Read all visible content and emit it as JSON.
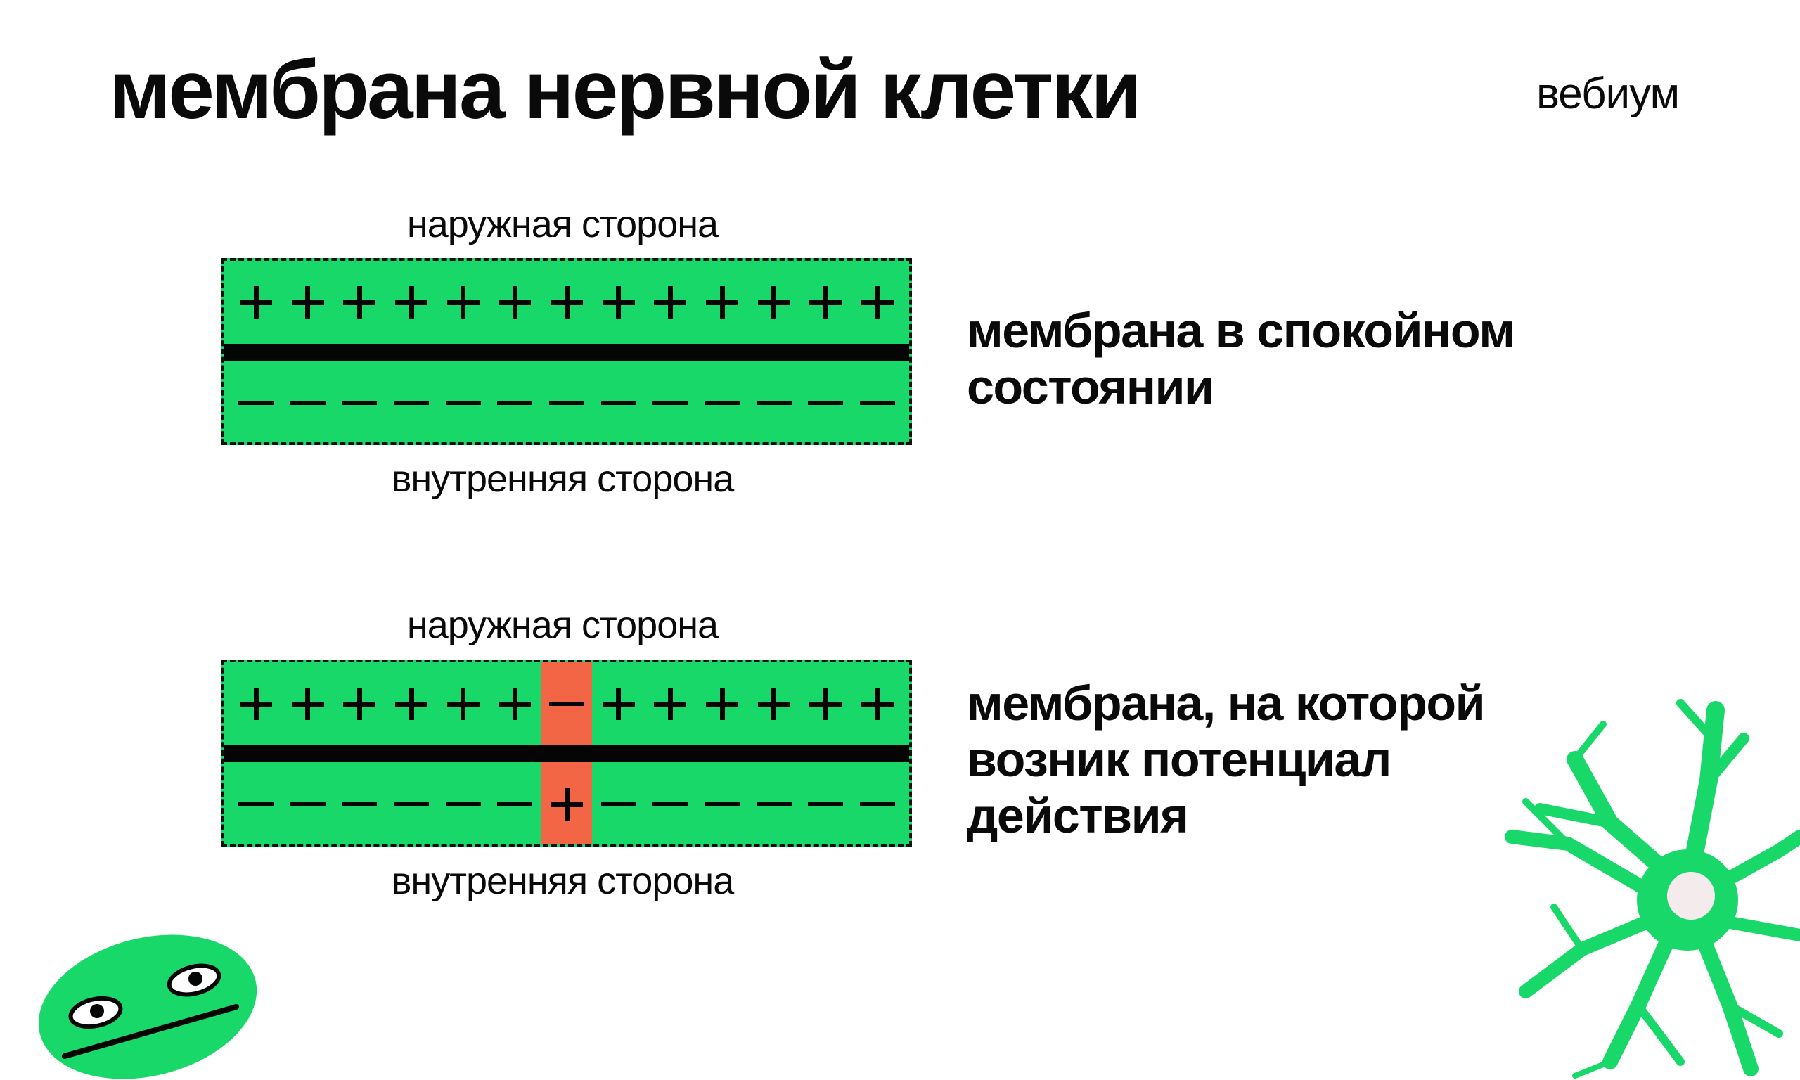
{
  "title": "мембрана нервной клетки",
  "brand": "вебиум",
  "colors": {
    "membrane": "#17d868",
    "depolarized": "#f26645",
    "stripe": "#050505",
    "neuron_core": "#f4ecec"
  },
  "diagrams": [
    {
      "outer_label": "наружная сторона",
      "inner_label": "внутренняя сторона",
      "outer_signs": [
        "+",
        "+",
        "+",
        "+",
        "+",
        "+",
        "+",
        "+",
        "+",
        "+",
        "+",
        "+",
        "+"
      ],
      "inner_signs": [
        "-",
        "-",
        "-",
        "-",
        "-",
        "-",
        "-",
        "-",
        "-",
        "-",
        "-",
        "-",
        "-"
      ],
      "highlight_index": null,
      "caption_lines": [
        "мембрана в спокойном",
        "состоянии"
      ]
    },
    {
      "outer_label": "наружная сторона",
      "inner_label": "внутренняя сторона",
      "outer_signs": [
        "+",
        "+",
        "+",
        "+",
        "+",
        "+",
        "-",
        "+",
        "+",
        "+",
        "+",
        "+",
        "+"
      ],
      "inner_signs": [
        "-",
        "-",
        "-",
        "-",
        "-",
        "-",
        "+",
        "-",
        "-",
        "-",
        "-",
        "-",
        "-"
      ],
      "highlight_index": 6,
      "caption_lines": [
        "мембрана, на которой",
        "возник потенциал",
        "действия"
      ]
    }
  ]
}
